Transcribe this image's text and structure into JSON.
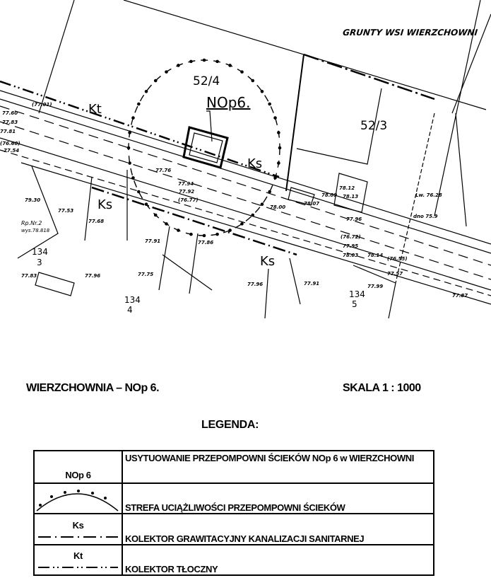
{
  "map": {
    "village_label": "GRUNTY WSI WIERZCHOWNI",
    "parcels": [
      "52/4",
      "52/3"
    ],
    "parcel_fractions": [
      {
        "num": "134",
        "den": "3"
      },
      {
        "num": "134",
        "den": "4"
      },
      {
        "num": "134",
        "den": "5"
      }
    ],
    "station_label": "NOp6.",
    "pipe_labels": {
      "kt": "Kt",
      "ks1": "Ks",
      "ks2": "Ks",
      "ks3": "Ks"
    },
    "benchmark": "Rp.Nr.2",
    "benchmark_height": "wys.78.818",
    "elevations": [
      "77.60",
      "77.83",
      "77.81",
      "(76.60)",
      "77.54",
      "(77.01)",
      "79.30",
      "77.53",
      "77.68",
      "77.76",
      "77.94",
      "77.92",
      "(76.77)",
      "77.91",
      "77.75",
      "77.86",
      "77.83",
      "77.96",
      "78.00",
      "78.07",
      "78.09",
      "78.12",
      "78.13",
      "77.96",
      "(76.72)",
      "77.95",
      "78.03",
      "78.14",
      "(76.55)",
      "77.57",
      "77.99",
      "77.91",
      "77.96",
      "77.87",
      "Lw. 76.28",
      "dno 75.9"
    ]
  },
  "footer": {
    "title": "WIERZCHOWNIA – NOp 6.",
    "scale": "SKALA 1 : 1000"
  },
  "legend": {
    "title": "LEGENDA:",
    "rows": [
      {
        "symbol": "NOp 6",
        "description": "USYTUOWANIE PRZEPOMPOWNI ŚCIEKÓW NOp 6  w WIERZCHOWNI"
      },
      {
        "symbol": "",
        "description": "STREFA UCIĄŻLIWOŚCI PRZEPOMPOWNI ŚCIEKÓW"
      },
      {
        "symbol": "Ks",
        "description": "KOLEKTOR GRAWITACYJNY KANALIZACJI SANITARNEJ"
      },
      {
        "symbol": "Kt",
        "description": "KOLEKTOR TŁOCZNY"
      }
    ]
  }
}
